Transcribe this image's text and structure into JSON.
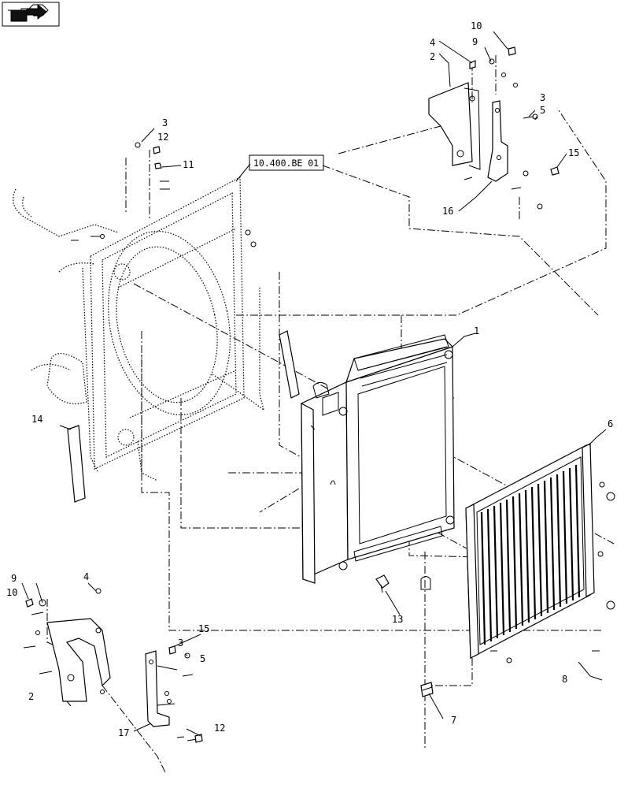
{
  "reference_label": "10.400.BE 01",
  "nav_icon": "next-page-arrow-icon",
  "callouts": [
    {
      "id": "c-1",
      "text": "1"
    },
    {
      "id": "c-2a",
      "text": "2"
    },
    {
      "id": "c-2b",
      "text": "2"
    },
    {
      "id": "c-3a",
      "text": "3"
    },
    {
      "id": "c-3b",
      "text": "3"
    },
    {
      "id": "c-3c",
      "text": "3"
    },
    {
      "id": "c-4a",
      "text": "4"
    },
    {
      "id": "c-4b",
      "text": "4"
    },
    {
      "id": "c-5a",
      "text": "5"
    },
    {
      "id": "c-5b",
      "text": "5"
    },
    {
      "id": "c-6",
      "text": "6"
    },
    {
      "id": "c-7",
      "text": "7"
    },
    {
      "id": "c-8",
      "text": "8"
    },
    {
      "id": "c-9a",
      "text": "9"
    },
    {
      "id": "c-9b",
      "text": "9"
    },
    {
      "id": "c-10a",
      "text": "10"
    },
    {
      "id": "c-10b",
      "text": "10"
    },
    {
      "id": "c-11",
      "text": "11"
    },
    {
      "id": "c-12a",
      "text": "12"
    },
    {
      "id": "c-12b",
      "text": "12"
    },
    {
      "id": "c-13",
      "text": "13"
    },
    {
      "id": "c-14",
      "text": "14"
    },
    {
      "id": "c-15a",
      "text": "15"
    },
    {
      "id": "c-15b",
      "text": "15"
    },
    {
      "id": "c-16",
      "text": "16"
    },
    {
      "id": "c-17",
      "text": "17"
    }
  ]
}
